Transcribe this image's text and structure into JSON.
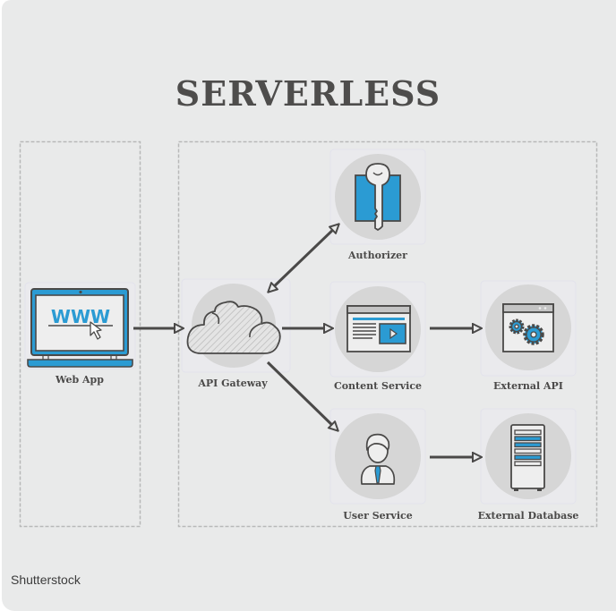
{
  "title": "SERVERLESS",
  "credit": "Shutterstock",
  "colors": {
    "background": "#e9eaea",
    "ink": "#4a4948",
    "accent_blue": "#2b9bd3",
    "node_circle": "#d6d6d6",
    "dashed_border": "#b8b8b8"
  },
  "groups": [
    {
      "name": "client-zone",
      "nodes": [
        "Web App"
      ]
    },
    {
      "name": "serverless-zone",
      "nodes": [
        "API Gateway",
        "Authorizer",
        "Content Service",
        "External API",
        "User Service",
        "External Database"
      ]
    }
  ],
  "nodes": [
    {
      "id": "web_app",
      "label": "Web App",
      "icon": "laptop-www-icon",
      "icon_text": "WWW"
    },
    {
      "id": "api_gateway",
      "label": "API Gateway",
      "icon": "cloud-icon"
    },
    {
      "id": "authorizer",
      "label": "Authorizer",
      "icon": "key-icon"
    },
    {
      "id": "content_service",
      "label": "Content Service",
      "icon": "video-content-icon"
    },
    {
      "id": "external_api",
      "label": "External API",
      "icon": "gears-window-icon"
    },
    {
      "id": "user_service",
      "label": "User Service",
      "icon": "user-icon"
    },
    {
      "id": "external_database",
      "label": "External Database",
      "icon": "server-rack-icon"
    }
  ],
  "edges": [
    {
      "from": "Web App",
      "to": "API Gateway",
      "direction": "one-way"
    },
    {
      "from": "API Gateway",
      "to": "Authorizer",
      "direction": "two-way"
    },
    {
      "from": "API Gateway",
      "to": "Content Service",
      "direction": "one-way"
    },
    {
      "from": "API Gateway",
      "to": "User Service",
      "direction": "one-way"
    },
    {
      "from": "Content Service",
      "to": "External API",
      "direction": "one-way"
    },
    {
      "from": "User Service",
      "to": "External Database",
      "direction": "one-way"
    }
  ]
}
